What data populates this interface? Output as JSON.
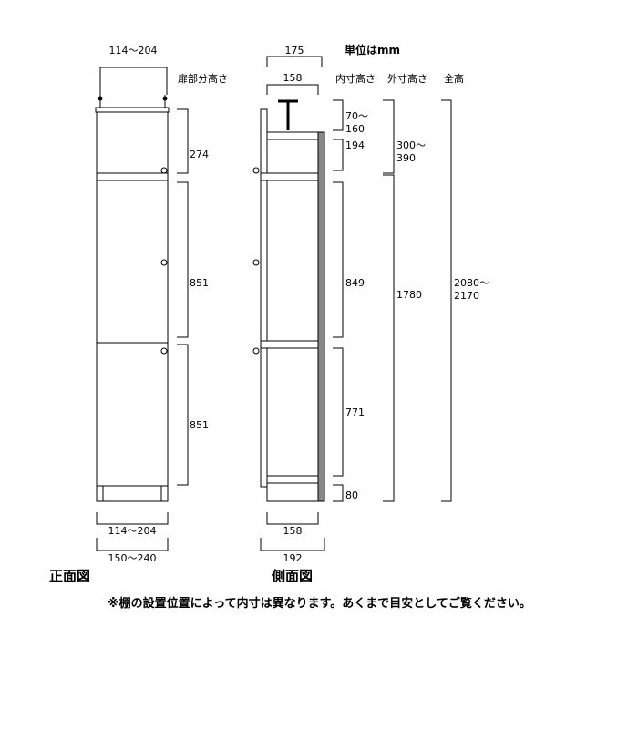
{
  "header": {
    "unit_note": "単位はmm"
  },
  "front": {
    "label": "正面図",
    "top_width": "114～204",
    "bottom_inner_width": "114～204",
    "bottom_outer_width": "150～240",
    "door_height_header": "扉部分高さ",
    "heights": [
      "274",
      "851",
      "851"
    ]
  },
  "side": {
    "label": "側面図",
    "top_width_outer": "175",
    "top_width_inner": "158",
    "bottom_width_inner": "158",
    "bottom_width_outer": "192",
    "inner_header": "内寸高さ",
    "outer_header": "外寸高さ",
    "total_header": "全高",
    "inner_heights": [
      "70～\n160",
      "194",
      "849",
      "771",
      "80"
    ],
    "outer_heights": [
      "300～\n390",
      "1780"
    ],
    "total_height": "2080～\n2170"
  },
  "note": "※棚の設置位置によって内寸は異なります。あくまで目安としてご覧ください。"
}
